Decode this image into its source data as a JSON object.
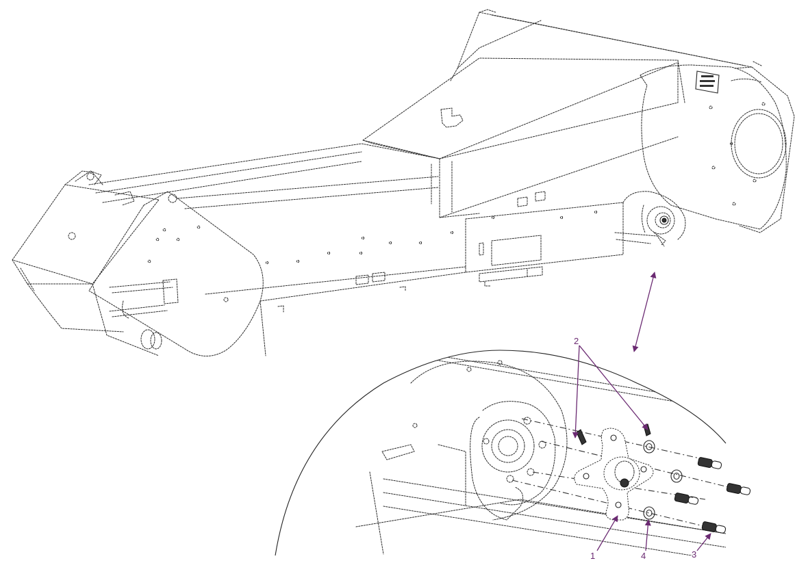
{
  "diagram": {
    "callouts": [
      {
        "id": "c1",
        "label": "1"
      },
      {
        "id": "c2",
        "label": "2"
      },
      {
        "id": "c3",
        "label": "3"
      },
      {
        "id": "c4",
        "label": "4"
      }
    ],
    "colors": {
      "line": "#2a2a2a",
      "callout": "#6b2a72",
      "background": "#ffffff"
    }
  }
}
